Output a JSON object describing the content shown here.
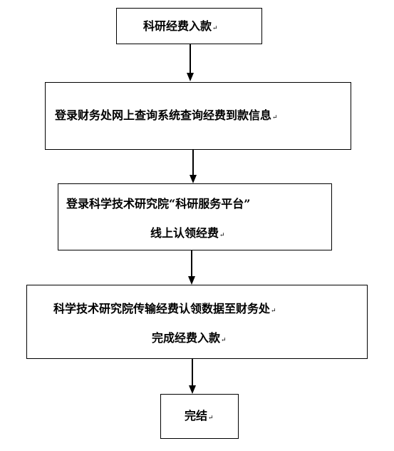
{
  "flowchart": {
    "steps": [
      {
        "lines": [
          "科研经费入款"
        ]
      },
      {
        "lines": [
          "登录财务处网上查询系统查询经费到款信息"
        ]
      },
      {
        "lines": [
          "登录科学技术研究院“科研服务平台”",
          "线上认领经费"
        ]
      },
      {
        "lines": [
          "科学技术研究院传输经费认领数据至财务处",
          "完成经费入款"
        ]
      },
      {
        "lines": [
          "完结"
        ]
      }
    ],
    "paragraph_mark": "↵"
  }
}
